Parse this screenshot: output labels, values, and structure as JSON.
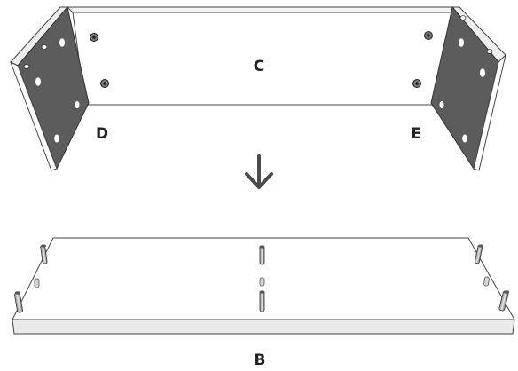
{
  "labels": {
    "c": "C",
    "d": "D",
    "e": "E",
    "b": "B"
  },
  "colors": {
    "panel_fill": "#ffffff",
    "panel_edge": "#bfbfbf",
    "side_inner": "#5a5a5a",
    "outline": "#444444",
    "arrow": "#4a4a4a",
    "dowel": "#b8b8b8"
  },
  "icons": {
    "arrow": "down-arrow-icon",
    "cam_lock": "cam-lock-icon",
    "dowel": "dowel-icon",
    "bolt": "cam-bolt-icon"
  }
}
